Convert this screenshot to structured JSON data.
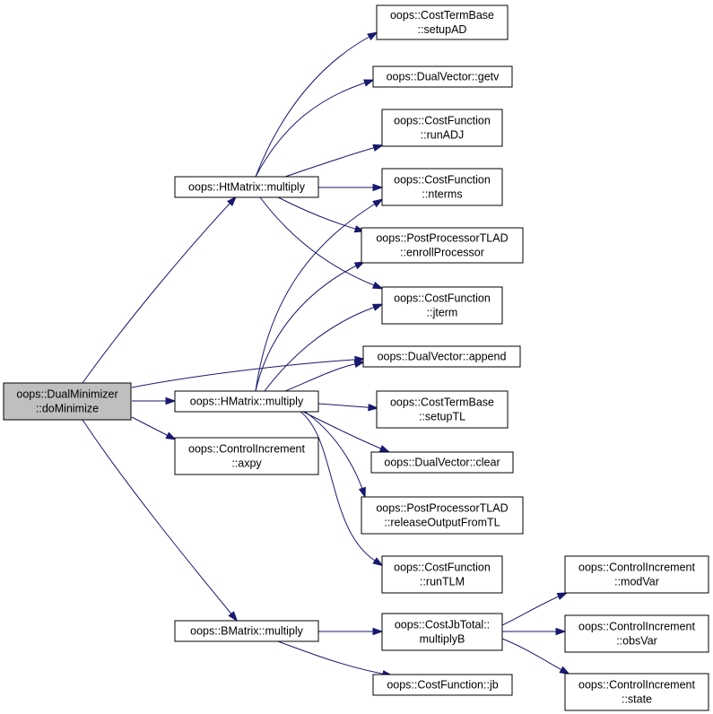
{
  "nodes": {
    "root": {
      "lines": [
        "oops::DualMinimizer",
        "::doMinimize"
      ],
      "root": true
    },
    "htmult": {
      "lines": [
        "oops::HtMatrix::multiply"
      ]
    },
    "hmult": {
      "lines": [
        "oops::HMatrix::multiply"
      ]
    },
    "ciaxpy": {
      "lines": [
        "oops::ControlIncrement",
        "::axpy"
      ]
    },
    "bmult": {
      "lines": [
        "oops::BMatrix::multiply"
      ]
    },
    "setupAD": {
      "lines": [
        "oops::CostTermBase",
        "::setupAD"
      ]
    },
    "getv": {
      "lines": [
        "oops::DualVector::getv"
      ]
    },
    "runADJ": {
      "lines": [
        "oops::CostFunction",
        "::runADJ"
      ]
    },
    "nterms": {
      "lines": [
        "oops::CostFunction",
        "::nterms"
      ]
    },
    "enroll": {
      "lines": [
        "oops::PostProcessorTLAD",
        "::enrollProcessor"
      ]
    },
    "jterm": {
      "lines": [
        "oops::CostFunction",
        "::jterm"
      ]
    },
    "append": {
      "lines": [
        "oops::DualVector::append"
      ]
    },
    "setupTL": {
      "lines": [
        "oops::CostTermBase",
        "::setupTL"
      ]
    },
    "clear": {
      "lines": [
        "oops::DualVector::clear"
      ]
    },
    "release": {
      "lines": [
        "oops::PostProcessorTLAD",
        "::releaseOutputFromTL"
      ]
    },
    "runTLM": {
      "lines": [
        "oops::CostFunction",
        "::runTLM"
      ]
    },
    "jbmult": {
      "lines": [
        "oops::CostJbTotal::",
        "multiplyB"
      ]
    },
    "jb": {
      "lines": [
        "oops::CostFunction::jb"
      ]
    },
    "modVar": {
      "lines": [
        "oops::ControlIncrement",
        "::modVar"
      ]
    },
    "obsVar": {
      "lines": [
        "oops::ControlIncrement",
        "::obsVar"
      ]
    },
    "state": {
      "lines": [
        "oops::ControlIncrement",
        "::state"
      ]
    }
  },
  "edges": [
    [
      "root",
      "htmult"
    ],
    [
      "root",
      "hmult"
    ],
    [
      "root",
      "ciaxpy"
    ],
    [
      "root",
      "bmult"
    ],
    [
      "root",
      "append"
    ],
    [
      "htmult",
      "setupAD"
    ],
    [
      "htmult",
      "getv"
    ],
    [
      "htmult",
      "runADJ"
    ],
    [
      "htmult",
      "nterms"
    ],
    [
      "htmult",
      "enroll"
    ],
    [
      "htmult",
      "jterm"
    ],
    [
      "hmult",
      "nterms"
    ],
    [
      "hmult",
      "enroll"
    ],
    [
      "hmult",
      "jterm"
    ],
    [
      "hmult",
      "append"
    ],
    [
      "hmult",
      "setupTL"
    ],
    [
      "hmult",
      "clear"
    ],
    [
      "hmult",
      "release"
    ],
    [
      "hmult",
      "runTLM"
    ],
    [
      "bmult",
      "jbmult"
    ],
    [
      "bmult",
      "jb"
    ],
    [
      "jbmult",
      "modVar"
    ],
    [
      "jbmult",
      "obsVar"
    ],
    [
      "jbmult",
      "state"
    ]
  ]
}
